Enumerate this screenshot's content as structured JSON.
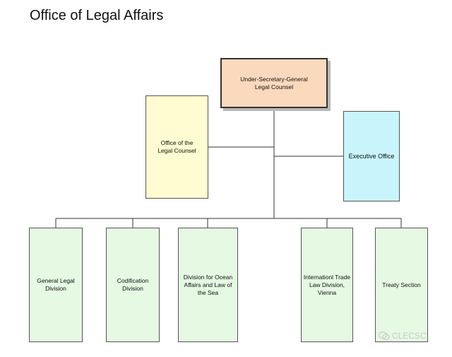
{
  "title": "Office of Legal Affairs",
  "org_chart": {
    "head": "Under-Secretary-General\nLegal Counsel",
    "office_of_legal_counsel": "Office of the\nLegal Counsel",
    "executive_office": "Executive Office",
    "divisions": [
      "General Legal\nDivision",
      "Codification\nDivision",
      "Division for Ocean\nAffairs and Law of\nthe Sea",
      "Internationl Trade\nLaw Division,\nVienna",
      "Treaty Section"
    ]
  },
  "watermark": "CLECSC",
  "colors": {
    "head_fill": "#fbd9bd",
    "legal_counsel_fill": "#fefcd0",
    "executive_fill": "#c8f5fb",
    "division_fill": "#e5f9e3"
  }
}
